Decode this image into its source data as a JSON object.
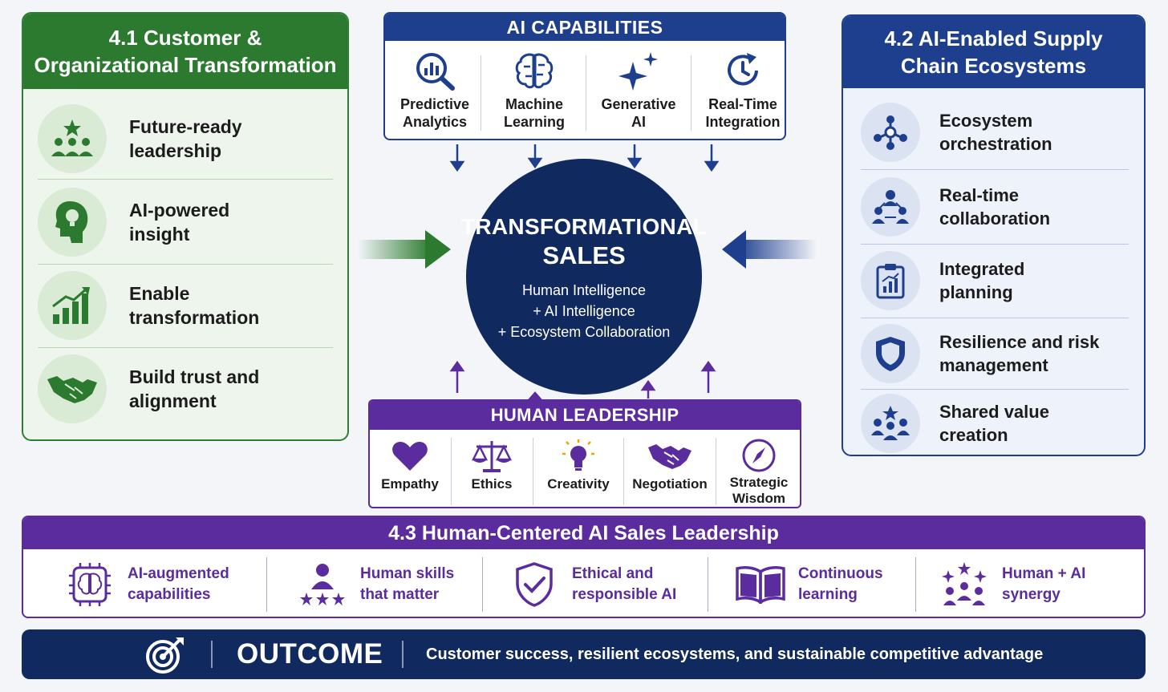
{
  "panel_41": {
    "title_line1": "4.1 Customer &",
    "title_line2": "Organizational Transformation",
    "items": [
      {
        "label": "Future-ready\nleadership",
        "icon": "team-star-icon"
      },
      {
        "label": "AI-powered\ninsight",
        "icon": "head-bulb-icon"
      },
      {
        "label": "Enable\ntransformation",
        "icon": "growth-chart-icon"
      },
      {
        "label": "Build trust and\nalignment",
        "icon": "handshake-icon"
      }
    ]
  },
  "ai_capabilities": {
    "title": "AI CAPABILITIES",
    "items": [
      {
        "label": "Predictive\nAnalytics",
        "icon": "analytics-magnifier-icon"
      },
      {
        "label": "Machine\nLearning",
        "icon": "brain-icon"
      },
      {
        "label": "Generative\nAI",
        "icon": "sparkles-icon"
      },
      {
        "label": "Real-Time\nIntegration",
        "icon": "clock-refresh-icon"
      }
    ]
  },
  "core": {
    "title_line1": "TRANSFORMATIONAL",
    "title_line2": "SALES",
    "line1": "Human Intelligence",
    "line2": "+ AI Intelligence",
    "line3": "+ Ecosystem Collaboration"
  },
  "human_leadership": {
    "title": "HUMAN LEADERSHIP",
    "items": [
      {
        "label": "Empathy",
        "icon": "heart-icon"
      },
      {
        "label": "Ethics",
        "icon": "scales-icon"
      },
      {
        "label": "Creativity",
        "icon": "lightbulb-icon"
      },
      {
        "label": "Negotiation",
        "icon": "handshake-icon"
      },
      {
        "label": "Strategic\nWisdom",
        "icon": "compass-icon"
      }
    ]
  },
  "panel_42": {
    "title_line1": "4.2 AI-Enabled Supply",
    "title_line2": "Chain Ecosystems",
    "items": [
      {
        "label": "Ecosystem\norchestration",
        "icon": "network-nodes-icon"
      },
      {
        "label": "Real-time\ncollaboration",
        "icon": "people-network-icon"
      },
      {
        "label": "Integrated\nplanning",
        "icon": "clipboard-chart-icon"
      },
      {
        "label": "Resilience and risk\nmanagement",
        "icon": "shield-icon"
      },
      {
        "label": "Shared value\ncreation",
        "icon": "group-star-icon"
      }
    ]
  },
  "panel_43": {
    "title": "4.3  Human-Centered AI Sales Leadership",
    "items": [
      {
        "label": "AI-augmented\ncapabilities",
        "icon": "chip-brain-icon"
      },
      {
        "label": "Human skills\nthat matter",
        "icon": "person-stars-icon"
      },
      {
        "label": "Ethical and\nresponsible AI",
        "icon": "shield-check-icon"
      },
      {
        "label": "Continuous\nlearning",
        "icon": "open-book-icon"
      },
      {
        "label": "Human + AI\nsynergy",
        "icon": "team-sparkles-icon"
      }
    ]
  },
  "outcome": {
    "title": "OUTCOME",
    "text": "Customer success, resilient ecosystems, and sustainable competitive advantage",
    "icon": "target-icon"
  },
  "colors": {
    "green": "#2c7a2f",
    "blue": "#1d3f8e",
    "navy": "#10295e",
    "purple": "#5a2c9d"
  }
}
